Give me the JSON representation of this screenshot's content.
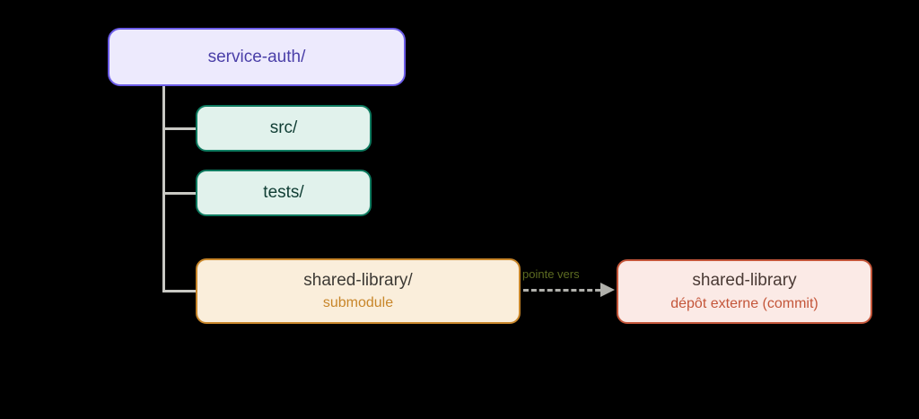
{
  "diagram": {
    "background_color": "#000000",
    "nodes": {
      "root": {
        "title": "service-auth/",
        "fill": "#edeafd",
        "border": "#6b5ce7",
        "text_color": "#4a3fa8"
      },
      "src": {
        "title": "src/",
        "fill": "#e1f2ec",
        "border": "#0e7a5f",
        "text_color": "#0f3d33"
      },
      "tests": {
        "title": "tests/",
        "fill": "#e1f2ec",
        "border": "#0e7a5f",
        "text_color": "#0f3d33"
      },
      "submodule": {
        "title": "shared-library/",
        "subtitle": "submodule",
        "fill": "#faeedb",
        "border": "#c8862a",
        "text_color": "#3d3a35",
        "subtitle_color": "#c8862a"
      },
      "external": {
        "title": "shared-library",
        "subtitle": "dépôt externe (commit)",
        "fill": "#fbeae6",
        "border": "#c4563a",
        "text_color": "#4a3a35",
        "subtitle_color": "#c4563a"
      }
    },
    "edges": {
      "pointer": {
        "label": "pointe vers",
        "label_color": "#5c6b21",
        "line_color": "#b0b0ab",
        "style": "dashed"
      },
      "tree_line_color": "#c9c9c4"
    }
  }
}
